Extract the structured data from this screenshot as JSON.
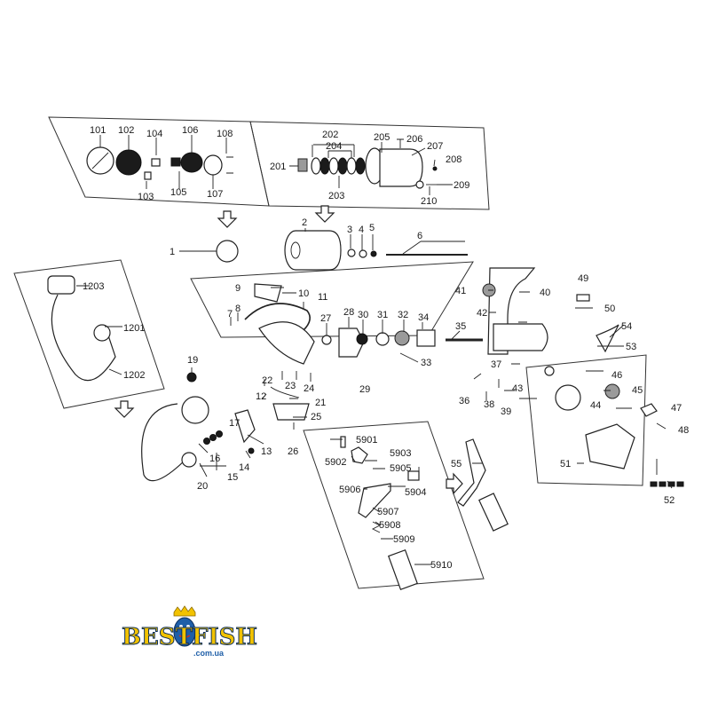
{
  "labels": {
    "l101": "101",
    "l102": "102",
    "l103": "103",
    "l104": "104",
    "l105": "105",
    "l106": "106",
    "l107": "107",
    "l108": "108",
    "l201": "201",
    "l202": "202",
    "l203": "203",
    "l204": "204",
    "l205": "205",
    "l206": "206",
    "l207": "207",
    "l208": "208",
    "l209": "209",
    "l210": "210",
    "l1": "1",
    "l2": "2",
    "l3": "3",
    "l4": "4",
    "l5": "5",
    "l6": "6",
    "l7": "7",
    "l8": "8",
    "l9": "9",
    "l10": "10",
    "l11": "11",
    "l12": "12",
    "l13": "13",
    "l14": "14",
    "l15": "15",
    "l16": "16",
    "l17": "17",
    "l19": "19",
    "l20": "20",
    "l21": "21",
    "l22": "22",
    "l23": "23",
    "l24": "24",
    "l25": "25",
    "l26": "26",
    "l27": "27",
    "l28": "28",
    "l29": "29",
    "l30": "30",
    "l31": "31",
    "l32": "32",
    "l33": "33",
    "l34": "34",
    "l35": "35",
    "l36": "36",
    "l37": "37",
    "l38": "38",
    "l39": "39",
    "l40": "40",
    "l41": "41",
    "l42": "42",
    "l43": "43",
    "l44": "44",
    "l45": "45",
    "l46": "46",
    "l47": "47",
    "l48": "48",
    "l49": "49",
    "l50": "50",
    "l51": "51",
    "l52": "52",
    "l53": "53",
    "l54": "54",
    "l55": "55",
    "l1201": "1201",
    "l1202": "1202",
    "l1203": "1203",
    "l5901": "5901",
    "l5902": "5902",
    "l5903": "5903",
    "l5904": "5904",
    "l5905": "5905",
    "l5906": "5906",
    "l5907": "5907",
    "l5908": "5908",
    "l5909": "5909",
    "l5910": "5910"
  },
  "logo": {
    "word_left": "BEST",
    "word_right": "FISH",
    "domain": ".com.ua"
  },
  "colors": {
    "line": "#222222",
    "logo_yellow": "#f2c200",
    "logo_blue": "#1f5fa8",
    "logo_red": "#d03020"
  }
}
